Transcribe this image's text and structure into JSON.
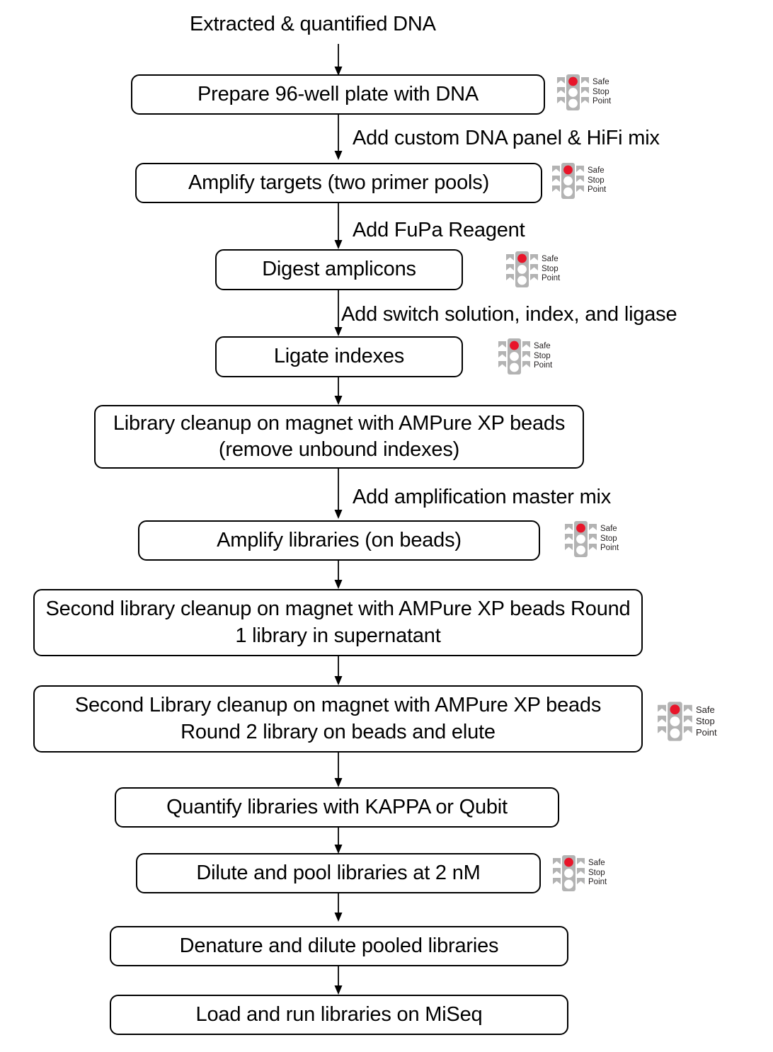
{
  "diagram": {
    "title": "Extracted & quantified DNA",
    "type": "flowchart",
    "orientation": "top-to-bottom",
    "colors": {
      "box_border": "#000000",
      "box_fill": "#ffffff",
      "text": "#000000",
      "stop_point_light_on": "#e8152a",
      "stop_point_light_off": "#ffffff",
      "stop_point_housing": "#b3b3b3",
      "stop_point_label": "#231f20"
    },
    "start_label": "Extracted & quantified DNA",
    "stop_point_badge": {
      "icon": "traffic-light-icon",
      "line1": "Safe",
      "line2": "Stop",
      "line3": "Point"
    },
    "nodes": [
      {
        "id": "n1",
        "label": "Prepare 96-well plate with DNA",
        "stop_point": true
      },
      {
        "id": "n2",
        "label": "Amplify targets (two primer pools)",
        "stop_point": true
      },
      {
        "id": "n3",
        "label": "Digest amplicons",
        "stop_point": true
      },
      {
        "id": "n4",
        "label": "Ligate indexes",
        "stop_point": true
      },
      {
        "id": "n5",
        "label": "Library cleanup on magnet with AMPure XP beads (remove unbound indexes)",
        "stop_point": false
      },
      {
        "id": "n6",
        "label": "Amplify libraries (on beads)",
        "stop_point": true
      },
      {
        "id": "n7",
        "label": "Second library cleanup on magnet with AMPure XP beads Round 1 library in supernatant",
        "stop_point": false
      },
      {
        "id": "n8",
        "label": "Second Library cleanup on magnet with AMPure XP beads Round 2 library on beads and elute",
        "stop_point": true
      },
      {
        "id": "n9",
        "label": "Quantify libraries with KAPPA or Qubit",
        "stop_point": false
      },
      {
        "id": "n10",
        "label": "Dilute and pool libraries at 2 nM",
        "stop_point": true
      },
      {
        "id": "n11",
        "label": "Denature and dilute pooled libraries",
        "stop_point": false
      },
      {
        "id": "n12",
        "label": "Load and run libraries on MiSeq",
        "stop_point": false
      }
    ],
    "edge_labels": [
      {
        "id": "e0",
        "from": "start",
        "to": "n1",
        "label": ""
      },
      {
        "id": "e1",
        "from": "n1",
        "to": "n2",
        "label": "Add custom DNA panel & HiFi mix"
      },
      {
        "id": "e2",
        "from": "n2",
        "to": "n3",
        "label": "Add FuPa Reagent"
      },
      {
        "id": "e3",
        "from": "n3",
        "to": "n4",
        "label": "Add switch solution, index, and ligase"
      },
      {
        "id": "e4",
        "from": "n4",
        "to": "n5",
        "label": ""
      },
      {
        "id": "e5",
        "from": "n5",
        "to": "n6",
        "label": "Add amplification master mix"
      },
      {
        "id": "e6",
        "from": "n6",
        "to": "n7",
        "label": ""
      },
      {
        "id": "e7",
        "from": "n7",
        "to": "n8",
        "label": ""
      },
      {
        "id": "e8",
        "from": "n8",
        "to": "n9",
        "label": ""
      },
      {
        "id": "e9",
        "from": "n9",
        "to": "n10",
        "label": ""
      },
      {
        "id": "e10",
        "from": "n10",
        "to": "n11",
        "label": ""
      },
      {
        "id": "e11",
        "from": "n11",
        "to": "n12",
        "label": ""
      }
    ]
  }
}
